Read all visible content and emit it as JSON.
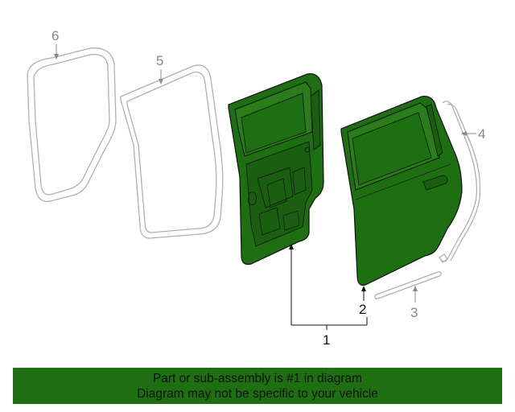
{
  "diagram": {
    "callouts": {
      "c1": "1",
      "c2": "2",
      "c3": "3",
      "c4": "4",
      "c5": "5",
      "c6": "6"
    },
    "colors": {
      "highlight_fill": "#1e6e12",
      "outline": "#111111",
      "ghost_outline": "#b0b0b0",
      "callout_gray": "#888888"
    }
  },
  "banner": {
    "line1": "Part or sub-assembly is #1 in diagram",
    "line2": "Diagram may not be specific to your vehicle"
  }
}
